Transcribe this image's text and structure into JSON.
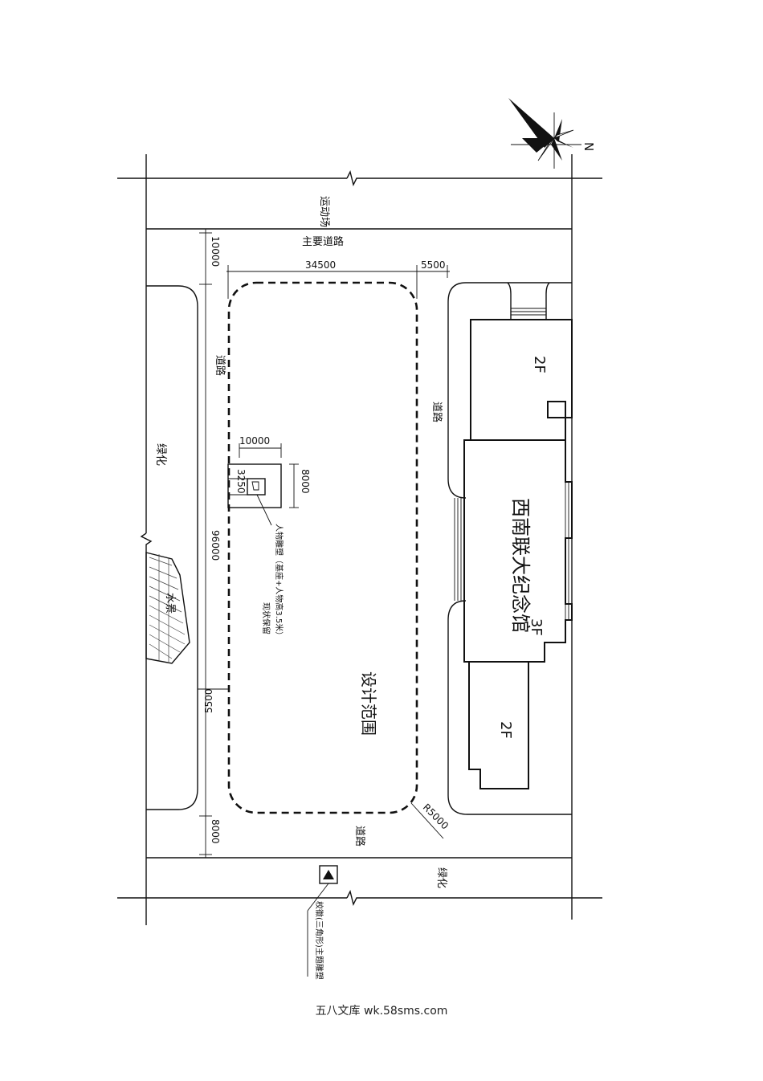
{
  "compass": {
    "north": "N"
  },
  "labels": {
    "sports_field": "运动场",
    "main_road": "主要道路",
    "road_left": "道路",
    "road_right": "道路",
    "road_bottom": "道路",
    "green_left": "绿化",
    "green_bottom": "绿化",
    "water": "水景",
    "design_area": "设计范围",
    "memorial": "西南联大纪念馆"
  },
  "floors": {
    "upper": "2F",
    "middle": "3F",
    "lower": "2F"
  },
  "dimensions": {
    "d10000": "10000",
    "d34500": "34500",
    "d5500_top": "5500",
    "d96000": "96000",
    "d5500_left": "5500",
    "d8000_bottom": "8000",
    "d10000_sculpture": "10000",
    "d8000_sculpture": "8000",
    "d3250": "3250",
    "r5000": "R5000"
  },
  "notes": {
    "sculpture_line1": "人物雕塑（基座+人物高3.5米）",
    "sculpture_line2": "现状保留",
    "emblem": "校徽(三角形)主题雕塑"
  },
  "footer": "五八文库 wk.58sms.com"
}
